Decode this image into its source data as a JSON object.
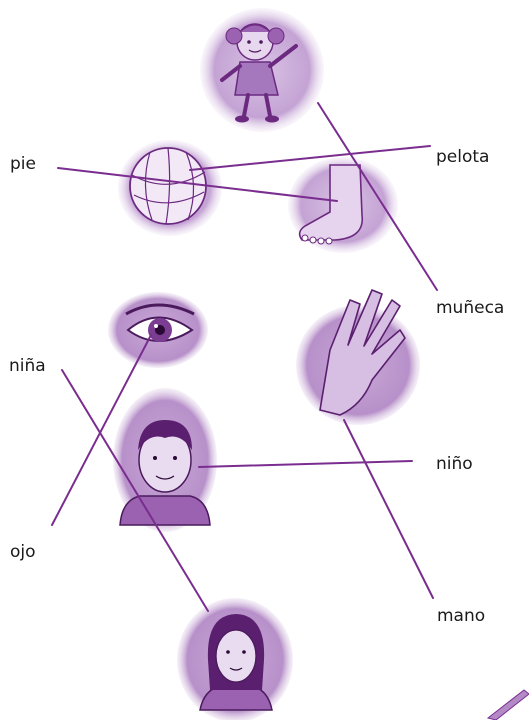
{
  "worksheet": {
    "words": {
      "pie": "pie",
      "pelota": "pelota",
      "muneca": "muñeca",
      "nina": "niña",
      "nino": "niño",
      "ojo": "ojo",
      "mano": "mano"
    },
    "ink_color": "#7a2d8f",
    "wash_color": "#b58cc8"
  }
}
